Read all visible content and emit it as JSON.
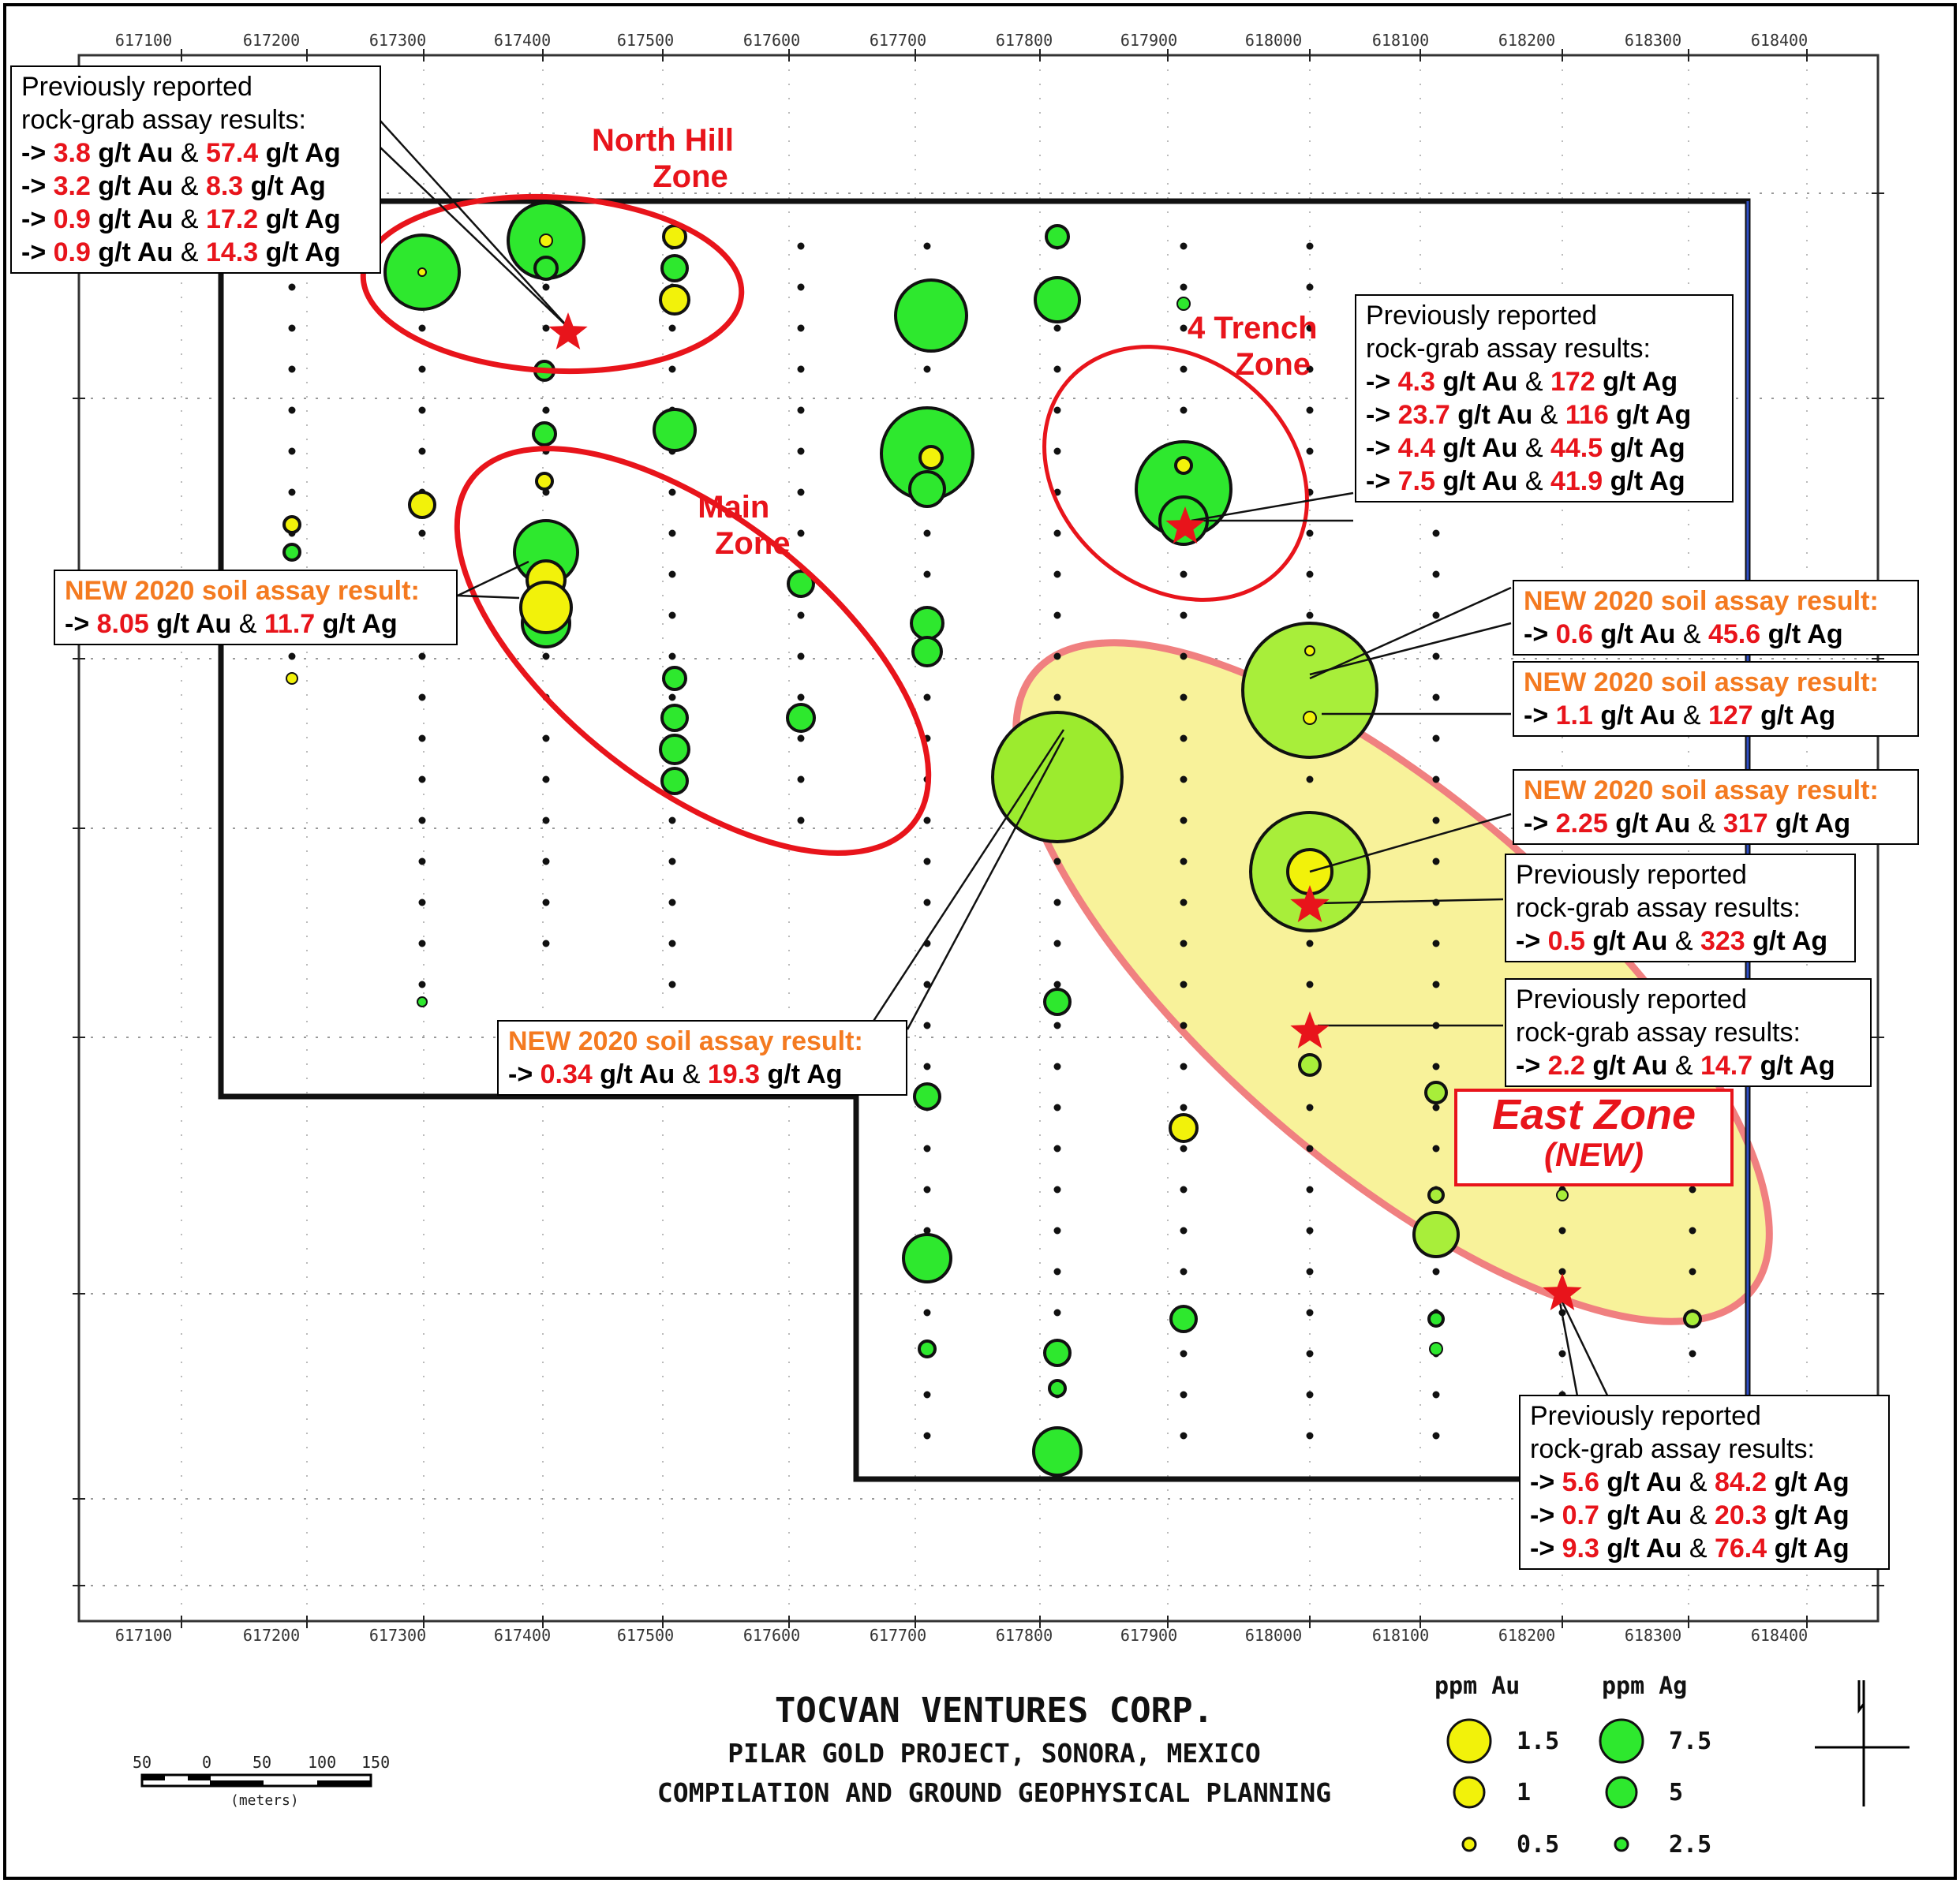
{
  "title": {
    "line1": "TOCVAN VENTURES CORP.",
    "line2": "PILAR GOLD PROJECT, SONORA, MEXICO",
    "line3": "COMPILATION AND GROUND GEOPHYSICAL PLANNING"
  },
  "legend": {
    "au_header": "ppm Au",
    "ag_header": "ppm Ag",
    "au_items": [
      "1.5",
      "1",
      "0.5"
    ],
    "ag_items": [
      "7.5",
      "5",
      "2.5"
    ]
  },
  "scale_bar": {
    "ticks": [
      "50",
      "0",
      "50",
      "100",
      "150"
    ],
    "unit": "(meters)"
  },
  "zones": {
    "north_hill": [
      "North Hill",
      "Zone"
    ],
    "four_trench": [
      "4 Trench",
      "Zone"
    ],
    "main": [
      "Main",
      "Zone"
    ],
    "east": [
      "East Zone",
      "(NEW)"
    ]
  },
  "axes": {
    "easting_ticks": [
      "617100",
      "617200",
      "617300",
      "617400",
      "617500",
      "617600",
      "617700",
      "617800",
      "617900",
      "618000",
      "618100",
      "618200",
      "618300",
      "618400"
    ]
  },
  "callouts": [
    {
      "id": "nw-rock",
      "header": "Previously reported",
      "header2": "rock-grab assay results:",
      "rows": [
        [
          "3.8",
          "57.4"
        ],
        [
          "3.2",
          "8.3"
        ],
        [
          "0.9",
          "17.2"
        ],
        [
          "0.9",
          "14.3"
        ]
      ]
    },
    {
      "id": "trench-rock",
      "header": "Previously reported",
      "header2": "rock-grab assay results:",
      "rows": [
        [
          "4.3",
          "172"
        ],
        [
          "23.7",
          "116"
        ],
        [
          "4.4",
          "44.5"
        ],
        [
          "7.5",
          "41.9"
        ]
      ]
    },
    {
      "id": "main-soil",
      "header": "NEW 2020 soil assay result:",
      "rows": [
        [
          "8.05",
          "11.7"
        ]
      ]
    },
    {
      "id": "east-soil-1",
      "header": "NEW 2020 soil assay result:",
      "rows": [
        [
          "0.6",
          "45.6"
        ]
      ]
    },
    {
      "id": "east-soil-2",
      "header": "NEW 2020 soil assay result:",
      "rows": [
        [
          "1.1",
          "127"
        ]
      ]
    },
    {
      "id": "east-soil-3",
      "header": "NEW 2020 soil assay result:",
      "rows": [
        [
          "2.25",
          "317"
        ]
      ]
    },
    {
      "id": "east-rock-1",
      "header": "Previously reported",
      "header2": "rock-grab assay results:",
      "rows": [
        [
          "0.5",
          "323"
        ]
      ]
    },
    {
      "id": "east-rock-2",
      "header": "Previously reported",
      "header2": "rock-grab assay results:",
      "rows": [
        [
          "2.2",
          "14.7"
        ]
      ]
    },
    {
      "id": "center-soil",
      "header": "NEW 2020 soil assay result:",
      "rows": [
        [
          "0.34",
          "19.3"
        ]
      ]
    },
    {
      "id": "se-rock",
      "header": "Previously reported",
      "header2": "rock-grab assay results:",
      "rows": [
        [
          "5.6",
          "84.2"
        ],
        [
          "0.7",
          "20.3"
        ],
        [
          "9.3",
          "76.4"
        ]
      ]
    }
  ],
  "units": {
    "au": "g/t Au",
    "ag": "g/t Ag",
    "arrow": "->",
    "amp": "&"
  },
  "colors": {
    "zone_red": "#e8141b",
    "soil_orange": "#f47a20",
    "ag_green": "#2ee82e",
    "au_yellow": "#f2f20a",
    "east_fill": "#f8f29a"
  }
}
